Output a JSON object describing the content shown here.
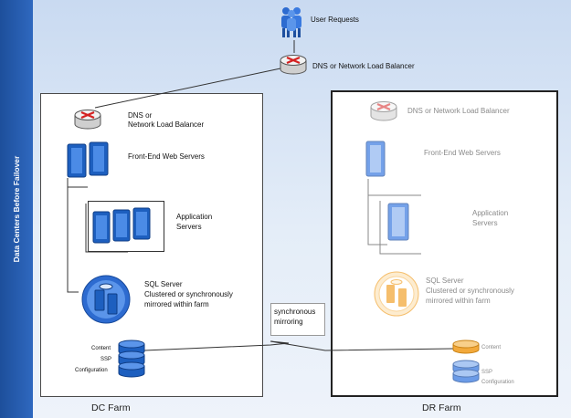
{
  "sidebar": {
    "label": "Data Centers Before Failover"
  },
  "top": {
    "user_requests": "User Requests",
    "dns_balancer": "DNS or Network Load Balancer"
  },
  "dc_farm": {
    "label": "DC Farm",
    "dns_line1": "DNS or",
    "dns_line2": "Network Load Balancer",
    "web_servers": "Front-End Web Servers",
    "app_line1": "Application",
    "app_line2": "Servers",
    "sql_line1": "SQL Server",
    "sql_line2": "Clustered or synchronously",
    "sql_line3": "mirrored within farm",
    "db_content": "Content",
    "db_ssp": "SSP",
    "db_config": "Configuration"
  },
  "dr_farm": {
    "label": "DR Farm",
    "dns": "DNS or Network Load Balancer",
    "web_servers": "Front-End Web Servers",
    "app_line1": "Application",
    "app_line2": "Servers",
    "sql_line1": "SQL Server",
    "sql_line2": "Clustered or synchronously",
    "sql_line3": "mirrored within farm",
    "db_content": "Content",
    "db_ssp": "SSP",
    "db_config": "Configuration"
  },
  "sync": {
    "line1": "synchronous",
    "line2": "mirroring"
  },
  "colors": {
    "accent": "#1d5fbf",
    "sidebar": "#1d4f9b",
    "dim": "#8a8a8a",
    "orange": "#f2a93b",
    "router_red": "#d42020"
  },
  "icons": [
    "users-icon",
    "router-icon",
    "server-icon",
    "sql-server-icon",
    "database-icon"
  ]
}
